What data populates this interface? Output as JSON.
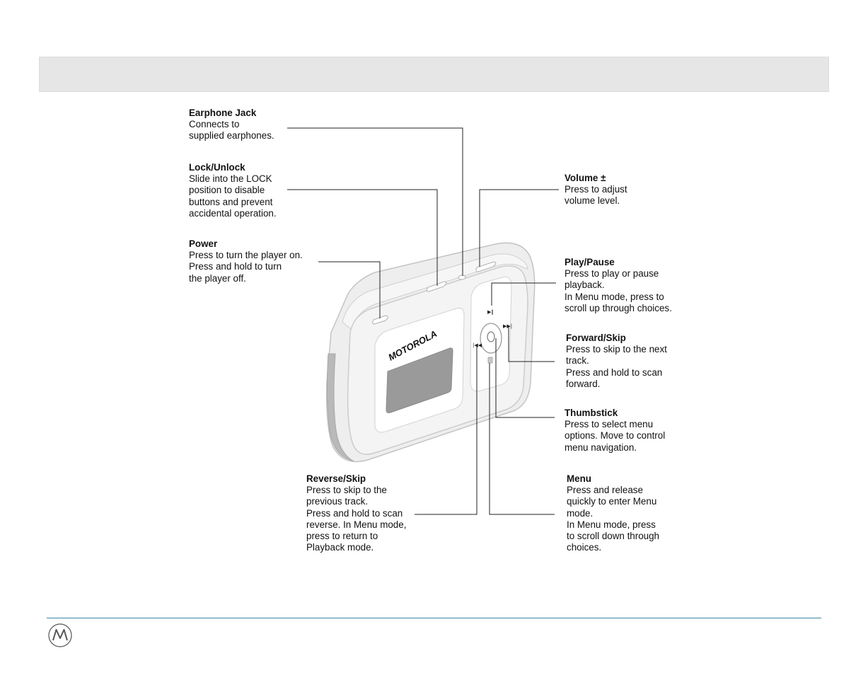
{
  "device": {
    "brand_text": "MOTOROLA"
  },
  "callouts": {
    "earphone_jack": {
      "title": "Earphone Jack",
      "lines": [
        "Connects to",
        "supplied earphones."
      ]
    },
    "lock_unlock": {
      "title": "Lock/Unlock",
      "lines": [
        "Slide into the LOCK",
        "position to disable",
        "buttons and prevent",
        "accidental operation."
      ]
    },
    "power": {
      "title": "Power",
      "lines": [
        "Press to turn the player on.",
        "Press and hold to turn",
        "the player off."
      ]
    },
    "volume": {
      "title": "Volume ±",
      "lines": [
        "Press to adjust",
        "volume level."
      ]
    },
    "play_pause": {
      "title": "Play/Pause",
      "lines": [
        "Press to play or pause",
        "playback.",
        "In Menu mode, press to",
        "scroll up through choices."
      ]
    },
    "forward_skip": {
      "title": "Forward/Skip",
      "lines": [
        "Press to skip to the next",
        "track.",
        "Press and hold to scan",
        "forward."
      ]
    },
    "thumbstick": {
      "title": "Thumbstick",
      "lines": [
        "Press to select menu",
        "options. Move to control",
        "menu navigation."
      ]
    },
    "reverse_skip": {
      "title": "Reverse/Skip",
      "lines": [
        "Press to skip to the",
        "previous track.",
        "Press and hold to scan",
        "reverse. In Menu mode,",
        "press to return to",
        "Playback mode."
      ]
    },
    "menu": {
      "title": "Menu",
      "lines": [
        "Press and release",
        "quickly to enter Menu",
        "mode.",
        "In Menu mode, press",
        "to scroll down through",
        "choices."
      ]
    }
  },
  "colors": {
    "header_band": "#e6e6e6",
    "footer_rule": "#3b87a6",
    "device_body": "#f2f2f2",
    "device_outline": "#c8c8c8",
    "leader_line": "#222222"
  },
  "icons": {
    "footer_logo": "motorola-batwing-icon"
  }
}
